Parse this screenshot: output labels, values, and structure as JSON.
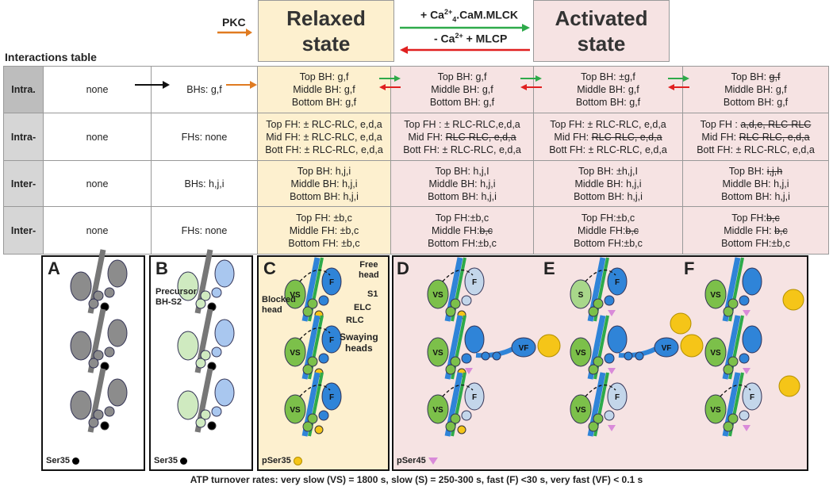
{
  "header": {
    "pkc_label": "PKC",
    "relaxed_title_1": "Relaxed",
    "relaxed_title_2": "state",
    "activated_title_1": "Activated",
    "activated_title_2": "state",
    "forward_label_prefix": "+ Ca",
    "forward_label_sup": "2+",
    "forward_label_sub": "4",
    "forward_label_suffix": ".CaM.MLCK",
    "reverse_label_prefix": "- Ca",
    "reverse_label_sup": "2+",
    "reverse_label_suffix": "+  MLCP"
  },
  "table": {
    "title": "Interactions table",
    "rows": [
      {
        "head": "Intra.",
        "c1": "none",
        "c2": "BHs: g,f",
        "c3": [
          "Top BH: g,f",
          "Middle BH: g,f",
          "Bottom BH: g,f"
        ],
        "c4": [
          "Top BH: g,f",
          "Middle BH: g,f",
          "Bottom BH: g,f"
        ],
        "c5": [
          "Top BH: ±g,f",
          "Middle BH: g,f",
          "Bottom BH: g,f"
        ],
        "c6_top_prefix": "Top BH: ",
        "c6_top_strike": "g,f",
        "c6": [
          "Middle BH: g,f",
          "Bottom BH: g,f"
        ]
      },
      {
        "head": "Intra-",
        "c1": "none",
        "c2": "FHs: none",
        "c3": [
          "Top FH: ± RLC-RLC, e,d,a",
          "Mid FH: ± RLC-RLC, e,d,a",
          "Bott FH: ± RLC-RLC, e,d,a"
        ],
        "c4_top": "Top FH : ± RLC-RLC,e,d,a",
        "c4_mid_prefix": "Mid FH: ",
        "c4_mid_strike": "RLC-RLC, e,d,a",
        "c4_bot": "Bott FH: ± RLC-RLC, e,d,a",
        "c5_top": "Top FH: ± RLC-RLC, e,d,a",
        "c5_mid_prefix": "Mid FH: ",
        "c5_mid_strike": "RLC-RLC, e,d,a",
        "c5_bot": "Bott FH: ± RLC-RLC, e,d,a",
        "c6_top_prefix": "Top FH :  ",
        "c6_top_strike": "a,d,e, RLC-RLC",
        "c6_mid_prefix": "Mid FH: ",
        "c6_mid_strike": "RLC-RLC, e,d,a",
        "c6_bot": "Bott FH: ± RLC-RLC, e,d,a"
      },
      {
        "head": "Inter-",
        "c1": "none",
        "c2": "BHs: h,j,i",
        "c3": [
          "Top BH: h,j,i",
          "Middle BH: h,j,i",
          "Bottom BH: h,j,i"
        ],
        "c4": [
          "Top BH: h,j,I",
          "Middle BH: h,j,i",
          "Bottom BH: h,j,i"
        ],
        "c5": [
          "Top BH: ±h,j,I",
          "Middle BH: h,j,i",
          "Bottom BH: h,j,i"
        ],
        "c6_top_prefix": "Top BH: ",
        "c6_top_strike": "i,j,h",
        "c6": [
          "Middle BH: h,j,i",
          "Bottom BH: h,j,i"
        ]
      },
      {
        "head": "Inter-",
        "c1": "none",
        "c2": "FHs: none",
        "c3": [
          "Top FH: ±b,c",
          "Middle FH: ±b,c",
          "Bottom FH: ±b,c"
        ],
        "c4_top": "Top FH:±b,c",
        "c4_mid_prefix": "Middle FH:",
        "c4_mid_strike": "b,c",
        "c4_bot": "Bottom FH:±b,c",
        "c5_top": "Top FH:±b,c",
        "c5_mid_prefix": "Middle FH:",
        "c5_mid_strike": "b,c",
        "c5_bot": "Bottom FH:±b,c",
        "c6_top_prefix": "Top FH:",
        "c6_top_strike": "b,c",
        "c6_mid_prefix": "Middle FH: ",
        "c6_mid_strike": "b,c",
        "c6_bot": "Bottom FH:±b,c"
      }
    ]
  },
  "panels": {
    "A": {
      "letter": "A",
      "legend": "Ser35"
    },
    "B": {
      "letter": "B",
      "legend": "Ser35",
      "label": "Precursor",
      "label2": "BH-S2"
    },
    "C": {
      "letter": "C",
      "legend": "pSer35",
      "free_head_1": "Free",
      "free_head_2": "head",
      "s1": "S1",
      "elc": "ELC",
      "rlc": "RLC",
      "blocked_1": "Blocked",
      "blocked_2": "head",
      "swaying_1": "Swaying",
      "swaying_2": "heads"
    },
    "D": {
      "letter": "D",
      "legend": "pSer45"
    },
    "E": {
      "letter": "E"
    },
    "F": {
      "letter": "F"
    }
  },
  "head_labels": {
    "vs": "VS",
    "s": "S",
    "f": "F",
    "vf": "VF"
  },
  "colors": {
    "relaxed_bg": "#fdf0cf",
    "active_bg": "#f6e3e3",
    "green_head": "#7cc04a",
    "blue_head": "#2f84d8",
    "light_blue_head": "#c3d6ea",
    "gray_head": "#8c8c8c",
    "yellow_dot": "#f5c518",
    "pink_triangle": "#d98ad9",
    "arrow_green": "#2eaa4a",
    "arrow_red": "#e02020",
    "arrow_orange": "#e07b20"
  },
  "footer": "ATP turnover rates: very slow (VS) = 1800 s, slow (S) = 250-300 s,  fast (F) <30 s, very fast (VF) < 0.1 s"
}
